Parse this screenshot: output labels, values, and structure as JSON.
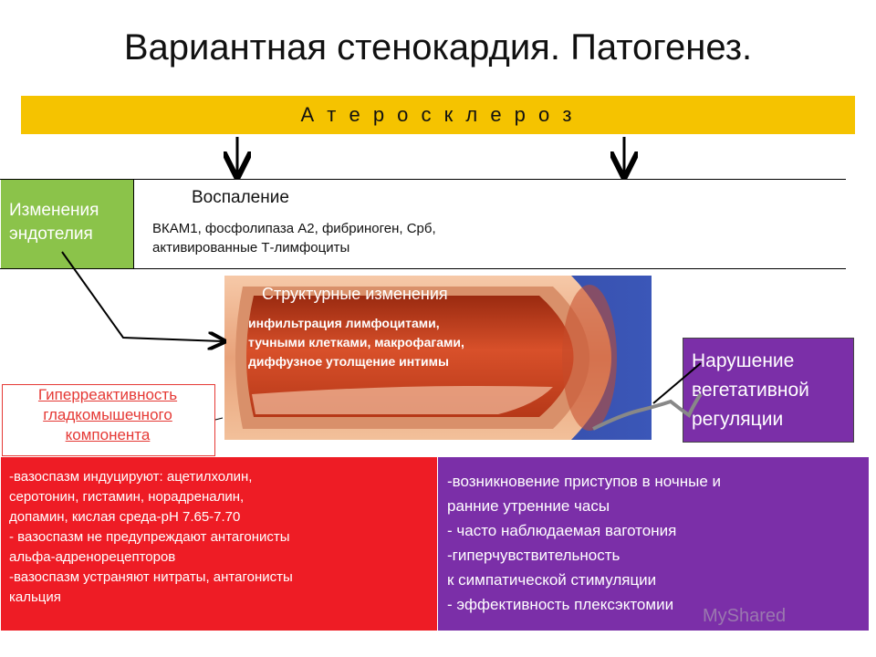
{
  "title": "Вариантная стенокардия. Патогенез.",
  "atherosclerosis": "А т е р о с к л е р о з",
  "endothelium": "Изменения эндотелия",
  "inflammation": {
    "title": "Воспаление",
    "text": "ВКАМ1, фосфолипаза А2, фибриноген, Срб, активированные Т-лимфоциты"
  },
  "structural": {
    "title": "Структурные изменения",
    "text": "инфильтрация лимфоцитами, тучными клетками, макрофагами, диффузное утолщение интимы"
  },
  "hyperreactivity": "Гиперреактивность гладкомышечного компонента",
  "vegetative": "Нарушение вегетативной регуляции",
  "vasospasm_lines": [
    "-вазоспазм индуцируют: ацетилхолин,",
    "серотонин, гистамин, норадреналин,",
    "допамин,  кислая среда-рН 7.65-7.70",
    "- вазоспазм не предупреждают антагонисты",
    "альфа-адренорецепторов",
    "-вазоспазм устраняют нитраты, антагонисты",
    "кальция"
  ],
  "vegetative_lines": [
    "-возникновение приступов в ночные и",
    "ранние утренние часы",
    "- часто наблюдаемая ваготония",
    "-гиперчувствительность",
    "к симпатической стимуляции",
    "- эффективность плексэктомии"
  ],
  "watermark": "MyShared",
  "colors": {
    "atherosclerosis_bar": "#f5c300",
    "endothelium_box": "#8bc34a",
    "red_box": "#ee1c25",
    "purple_box": "#7b2fa8"
  }
}
